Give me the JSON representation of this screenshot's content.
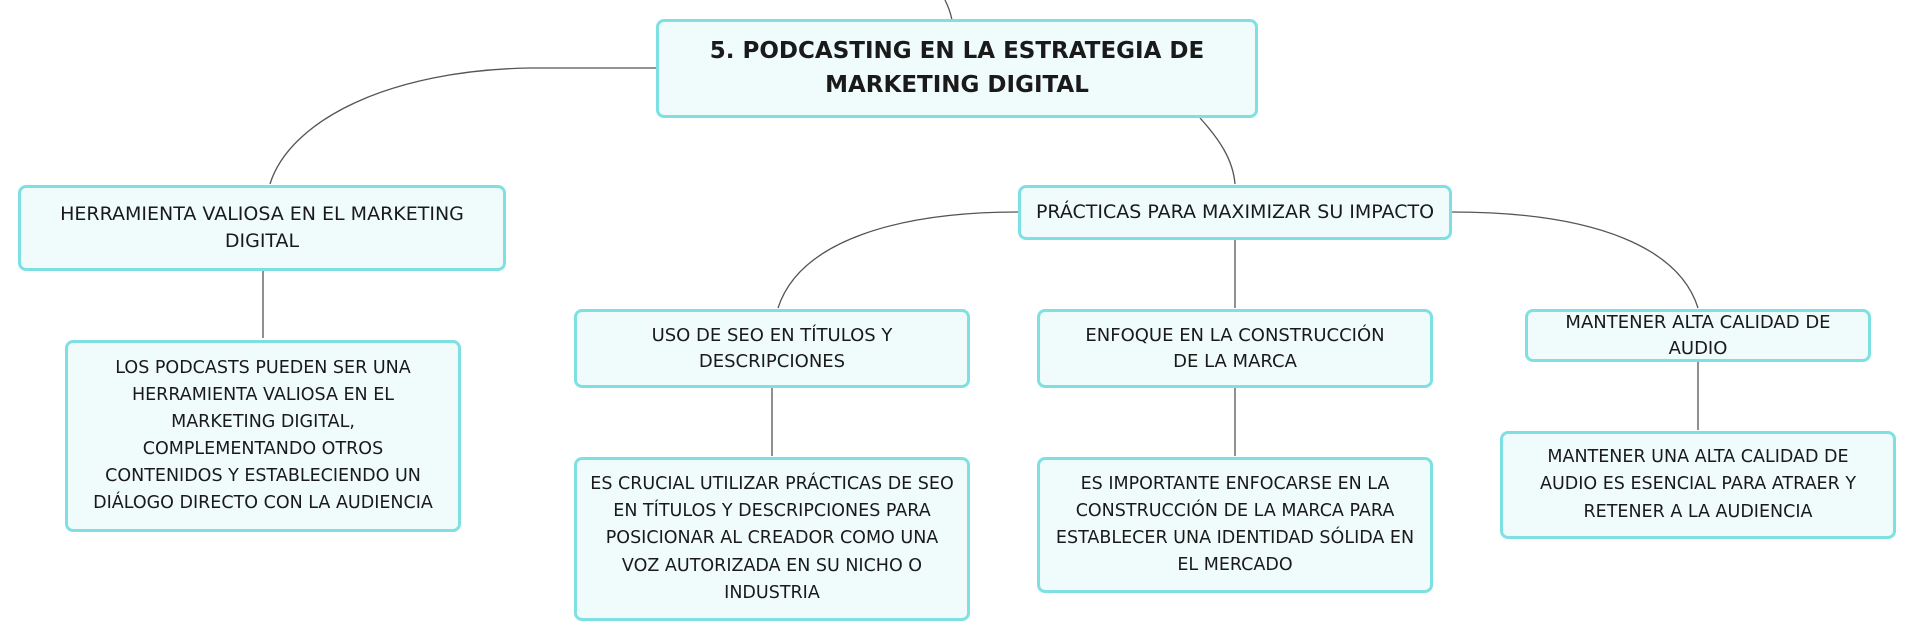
{
  "diagram": {
    "title": "5. PODCASTING EN LA ESTRATEGIA DE MARKETING DIGITAL",
    "branches": [
      {
        "label": "HERRAMIENTA VALIOSA EN EL MARKETING DIGITAL",
        "detail": "LOS PODCASTS PUEDEN SER UNA HERRAMIENTA VALIOSA EN EL MARKETING DIGITAL, COMPLEMENTANDO OTROS CONTENIDOS Y ESTABLECIENDO UN DIÁLOGO DIRECTO CON LA AUDIENCIA"
      },
      {
        "label": "PRÁCTICAS PARA MAXIMIZAR SU IMPACTO",
        "children": [
          {
            "label": "USO DE SEO EN TÍTULOS Y DESCRIPCIONES",
            "detail": "ES CRUCIAL UTILIZAR PRÁCTICAS DE SEO EN TÍTULOS Y DESCRIPCIONES PARA POSICIONAR AL CREADOR COMO UNA VOZ AUTORIZADA EN SU NICHO O INDUSTRIA"
          },
          {
            "label": "ENFOQUE EN LA CONSTRUCCIÓN DE LA MARCA",
            "detail": "ES IMPORTANTE ENFOCARSE EN LA CONSTRUCCIÓN DE LA MARCA PARA ESTABLECER UNA IDENTIDAD SÓLIDA EN EL MERCADO"
          },
          {
            "label": "MANTENER ALTA CALIDAD DE AUDIO",
            "detail": "MANTENER UNA ALTA CALIDAD DE AUDIO ES ESENCIAL PARA ATRAER Y RETENER A LA AUDIENCIA"
          }
        ]
      }
    ]
  },
  "colors": {
    "node_fill": "#effcfb",
    "node_border": "#7fe0e3",
    "connector": "#555555"
  }
}
